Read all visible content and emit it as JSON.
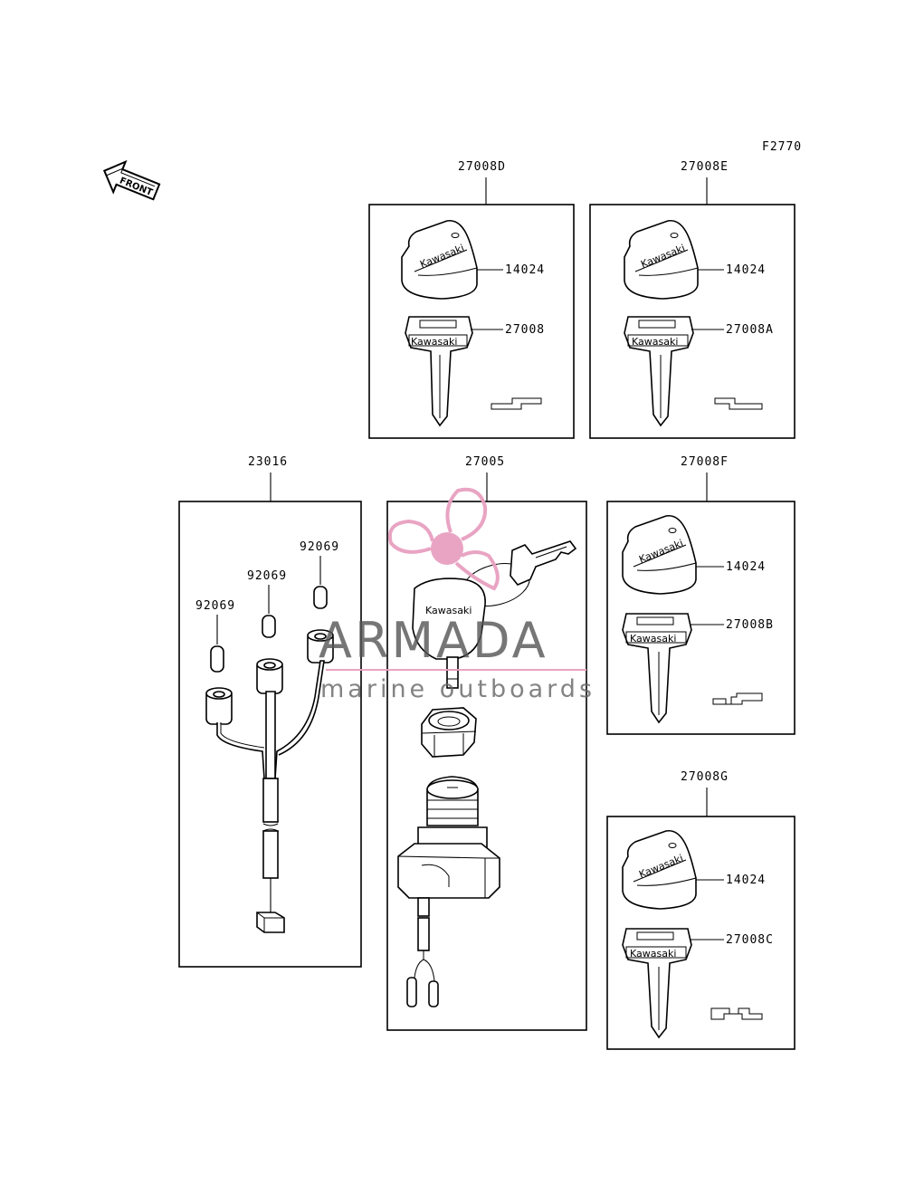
{
  "figure_code": "F2770",
  "front_arrow": "FRONT",
  "groups": [
    {
      "code": "27008D",
      "labels": [
        "14024",
        "27008"
      ],
      "brand": "Kawasaki"
    },
    {
      "code": "27008E",
      "labels": [
        "14024",
        "27008A"
      ],
      "brand": "Kawasaki"
    },
    {
      "code": "23016",
      "labels": [
        "92069",
        "92069",
        "92069"
      ]
    },
    {
      "code": "27005",
      "brand": "Kawasaki"
    },
    {
      "code": "27008F",
      "labels": [
        "14024",
        "27008B"
      ],
      "brand": "Kawasaki"
    },
    {
      "code": "27008G",
      "labels": [
        "14024",
        "27008C"
      ],
      "brand": "Kawasaki"
    }
  ],
  "watermark": {
    "brand": "ARMADA",
    "tagline": "marine outboards",
    "color": "#e8a0c0"
  }
}
